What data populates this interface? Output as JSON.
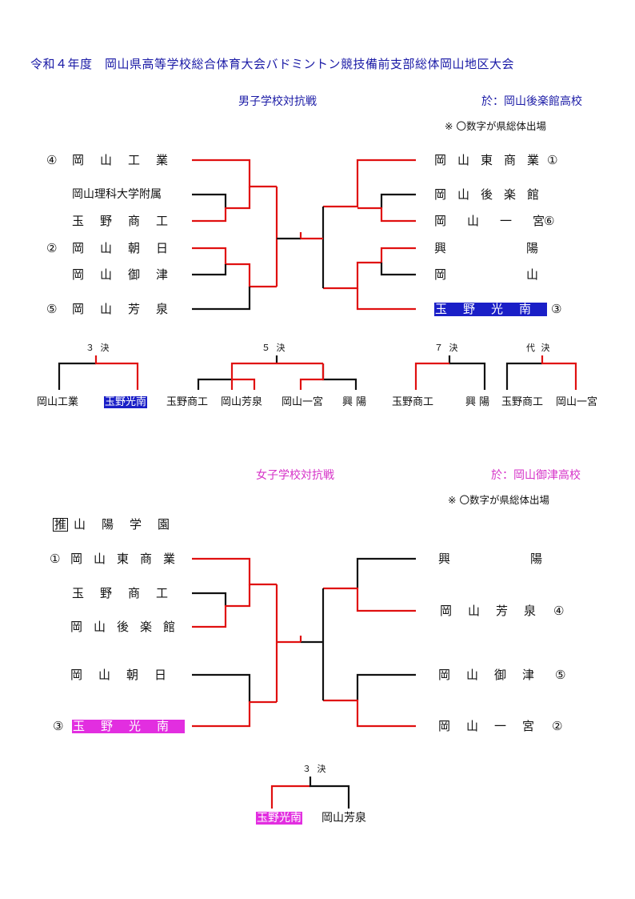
{
  "title": "令和４年度　岡山県高等学校総合体育大会バドミントン競技備前支部総体岡山地区大会",
  "men": {
    "heading": "男子学校対抗戦",
    "venue": "於：岡山後楽館高校",
    "note": "※ 〇数字が県総体出場",
    "left_teams": [
      {
        "seed": "④",
        "name": "岡山工業"
      },
      {
        "seed": "",
        "name": "岡山理科大学附属"
      },
      {
        "seed": "",
        "name": "玉野商工"
      },
      {
        "seed": "②",
        "name": "岡山朝日"
      },
      {
        "seed": "",
        "name": "岡山御津"
      },
      {
        "seed": "⑤",
        "name": "岡山芳泉"
      }
    ],
    "right_teams": [
      {
        "seed": "①",
        "name": "岡山東商業"
      },
      {
        "seed": "",
        "name": "岡山後楽館"
      },
      {
        "seed": "⑥",
        "name": "岡山一宮"
      },
      {
        "seed": "",
        "name": "興陽"
      },
      {
        "seed": "",
        "name": "岡山"
      },
      {
        "seed": "③",
        "name": "玉野光南"
      }
    ],
    "playoffs": [
      {
        "label": "３ 決",
        "a": "岡山工業",
        "b": "玉野光南"
      },
      {
        "label": "５ 決",
        "a": "玉野商工",
        "b": "岡山芳泉",
        "c": "岡山一宮",
        "d": "興 陽"
      },
      {
        "label": "７ 決",
        "a": "玉野商工",
        "b": "興 陽"
      },
      {
        "label": "代 決",
        "a": "玉野商工",
        "b": "岡山一宮"
      }
    ]
  },
  "women": {
    "heading": "女子学校対抗戦",
    "venue": "於：岡山御津高校",
    "note": "※ 〇数字が県総体出場",
    "seeded_box": "推",
    "seeded_team": "山陽学園",
    "left_teams": [
      {
        "seed": "①",
        "name": "岡山東商業"
      },
      {
        "seed": "",
        "name": "玉野商工"
      },
      {
        "seed": "",
        "name": "岡山後楽館"
      },
      {
        "seed": "",
        "name": "岡山朝日"
      },
      {
        "seed": "③",
        "name": "玉野光南"
      }
    ],
    "right_teams": [
      {
        "seed": "",
        "name": "興陽"
      },
      {
        "seed": "④",
        "name": "岡山芳泉"
      },
      {
        "seed": "⑤",
        "name": "岡山御津"
      },
      {
        "seed": "②",
        "name": "岡山一宮"
      }
    ],
    "playoffs": [
      {
        "label": "３ 決",
        "a": "玉野光南",
        "b": "岡山芳泉"
      }
    ]
  },
  "colors": {
    "win_line": "#e01010",
    "line": "#111111",
    "blue_hl": "#1a1fc7",
    "magenta_hl": "#e22ee0",
    "title_blue": "#1a1aa6",
    "title_magenta": "#d633c8"
  }
}
